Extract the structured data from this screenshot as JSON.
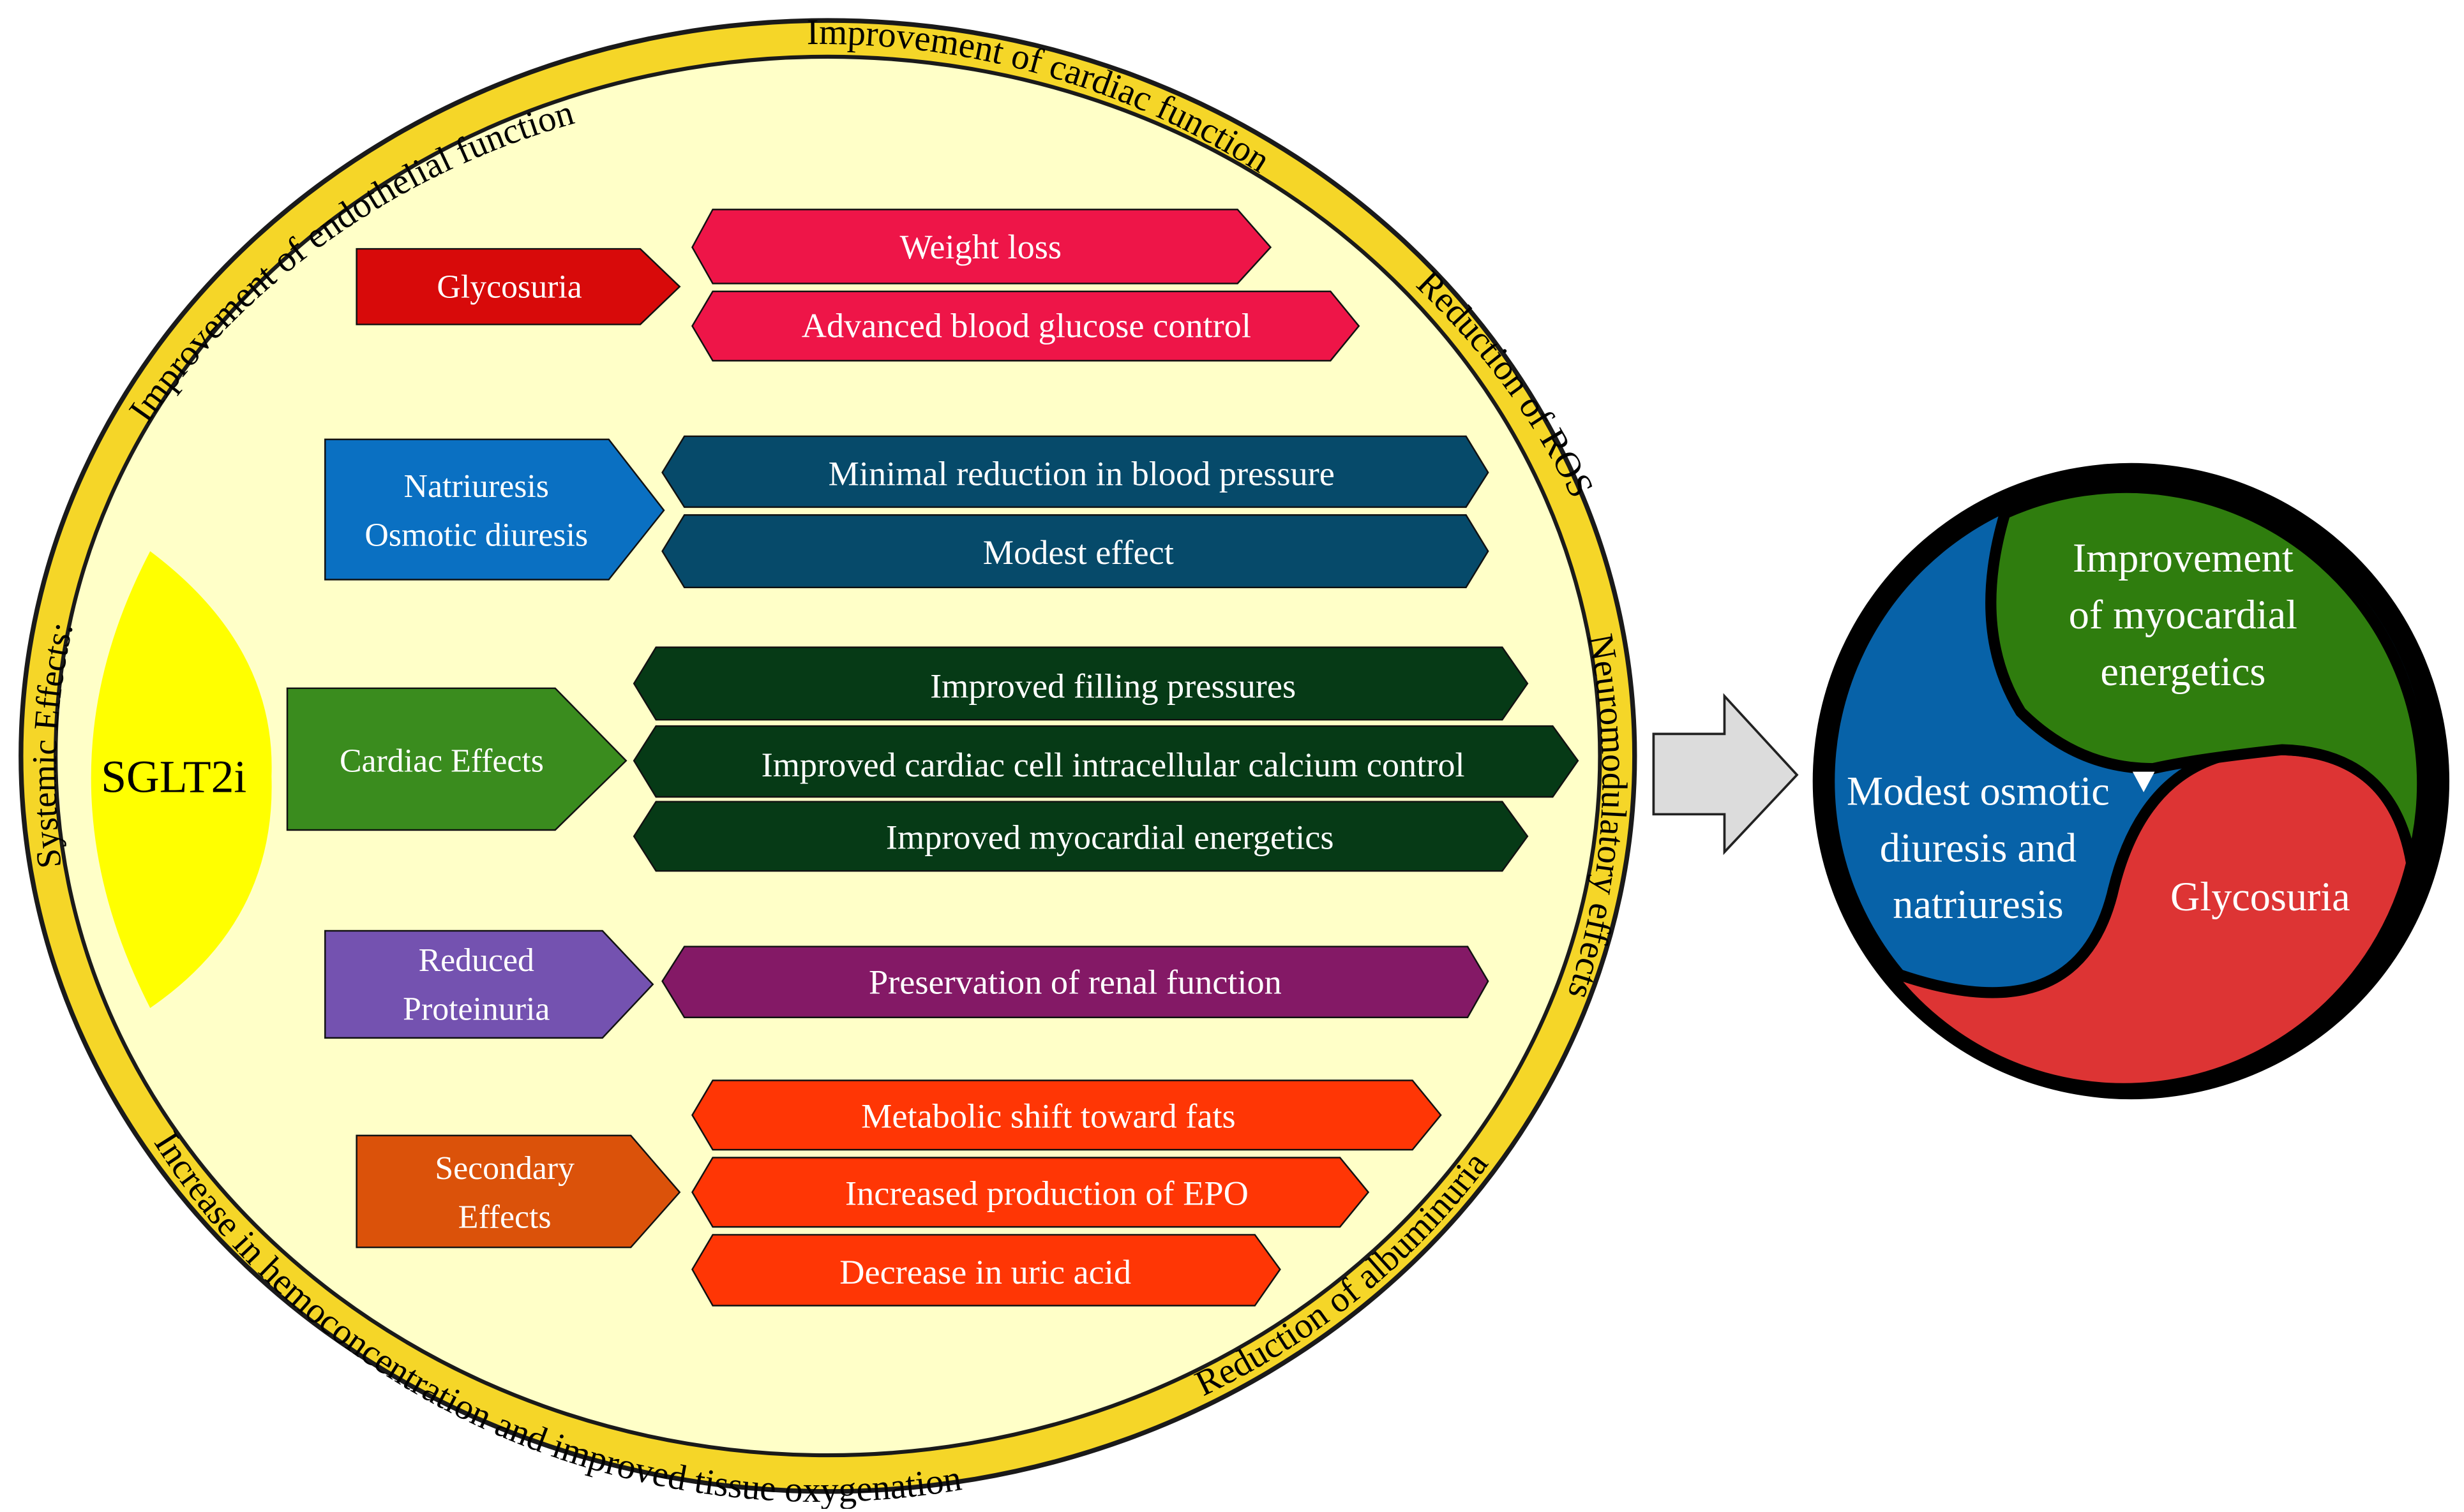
{
  "drug": {
    "label": "SGLT2i",
    "fill": "#FFFF00"
  },
  "ring": {
    "outer_fill": "#F5D628",
    "inner_fill": "#FFFFC8",
    "labels": {
      "systemic": "Systemic Effects:",
      "endothelial": "Improvement of endothelial function",
      "cardiac": "Improvement of cardiac function",
      "ros": "Reduction of ROS",
      "neuro": "Neuromodulatory effects",
      "albuminuria": "Reduction of albuminuria",
      "hemo": "Increase in hemoconcentration and improved tissue oxygenation"
    }
  },
  "groups": [
    {
      "label_lines": [
        "Glycosuria"
      ],
      "fill": "#D80A0A",
      "effects": [
        {
          "text": "Weight loss",
          "fill": "#EE1548"
        },
        {
          "text": "Advanced blood glucose control",
          "fill": "#EE1548"
        }
      ]
    },
    {
      "label_lines": [
        "Natriuresis",
        "Osmotic diuresis"
      ],
      "fill": "#0A70C2",
      "effects": [
        {
          "text": "Minimal reduction in blood pressure",
          "fill": "#064A6A"
        },
        {
          "text": "Modest effect",
          "fill": "#064A6A"
        }
      ]
    },
    {
      "label_lines": [
        "Cardiac Effects"
      ],
      "fill": "#3A8C1E",
      "effects": [
        {
          "text": "Improved filling pressures",
          "fill": "#063A16"
        },
        {
          "text": "Improved cardiac cell intracellular calcium control",
          "fill": "#063A16"
        },
        {
          "text": "Improved myocardial energetics",
          "fill": "#063A16"
        }
      ]
    },
    {
      "label_lines": [
        "Reduced",
        "Proteinuria"
      ],
      "fill": "#7452B0",
      "effects": [
        {
          "text": "Preservation of renal function",
          "fill": "#841966"
        }
      ]
    },
    {
      "label_lines": [
        "Secondary",
        "Effects"
      ],
      "fill": "#DB520A",
      "effects": [
        {
          "text": "Metabolic shift toward fats",
          "fill": "#FF3605"
        },
        {
          "text": "Increased production of EPO",
          "fill": "#FF3605"
        },
        {
          "text": "Decrease in uric acid",
          "fill": "#FF3605"
        }
      ]
    }
  ],
  "summary": {
    "green": {
      "lines": [
        "Improvement",
        "of myocardial",
        "energetics"
      ],
      "fill": "#2F7D0E"
    },
    "blue": {
      "lines": [
        "Modest osmotic",
        "diuresis and",
        "natriuresis"
      ],
      "fill": "#0762A8"
    },
    "red": {
      "lines": [
        "Glycosuria"
      ],
      "fill": "#DD3434"
    }
  }
}
